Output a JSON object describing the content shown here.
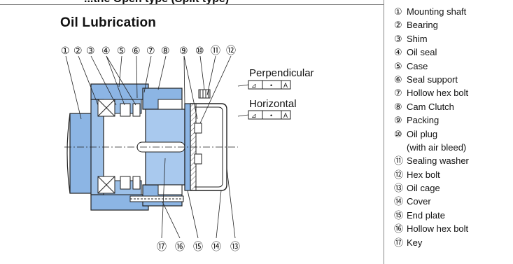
{
  "top_title": "...the Open type (Split type)",
  "title": "Oil Lubrication",
  "orientations": [
    {
      "label": "Perpendicular",
      "tolerance_symbol": "⊿",
      "tolerance_value": "•",
      "datum": "A"
    },
    {
      "label": "Horizontal",
      "tolerance_symbol": "⊿",
      "tolerance_value": "•",
      "datum": "A"
    }
  ],
  "top_callouts": [
    "①",
    "②",
    "③",
    "④",
    "⑤",
    "⑥",
    "⑦",
    "⑧",
    "⑨",
    "⑩",
    "⑪",
    "⑫"
  ],
  "bottom_callouts": [
    "⑰",
    "⑯",
    "⑮",
    "⑭",
    "⑬"
  ],
  "legend": [
    {
      "num": "①",
      "text": "Mounting shaft"
    },
    {
      "num": "②",
      "text": "Bearing"
    },
    {
      "num": "③",
      "text": "Shim"
    },
    {
      "num": "④",
      "text": "Oil seal"
    },
    {
      "num": "⑤",
      "text": "Case"
    },
    {
      "num": "⑥",
      "text": "Seal support"
    },
    {
      "num": "⑦",
      "text": "Hollow hex bolt"
    },
    {
      "num": "⑧",
      "text": "Cam Clutch"
    },
    {
      "num": "⑨",
      "text": "Packing"
    },
    {
      "num": "⑩",
      "text": "Oil plug"
    },
    {
      "num": "",
      "text": "(with air bleed)"
    },
    {
      "num": "⑪",
      "text": "Sealing washer"
    },
    {
      "num": "⑫",
      "text": "Hex bolt"
    },
    {
      "num": "⑬",
      "text": "Oil cage"
    },
    {
      "num": "⑭",
      "text": "Cover"
    },
    {
      "num": "⑮",
      "text": "End plate"
    },
    {
      "num": "⑯",
      "text": "Hollow hex bolt"
    },
    {
      "num": "⑰",
      "text": "Key"
    }
  ]
}
